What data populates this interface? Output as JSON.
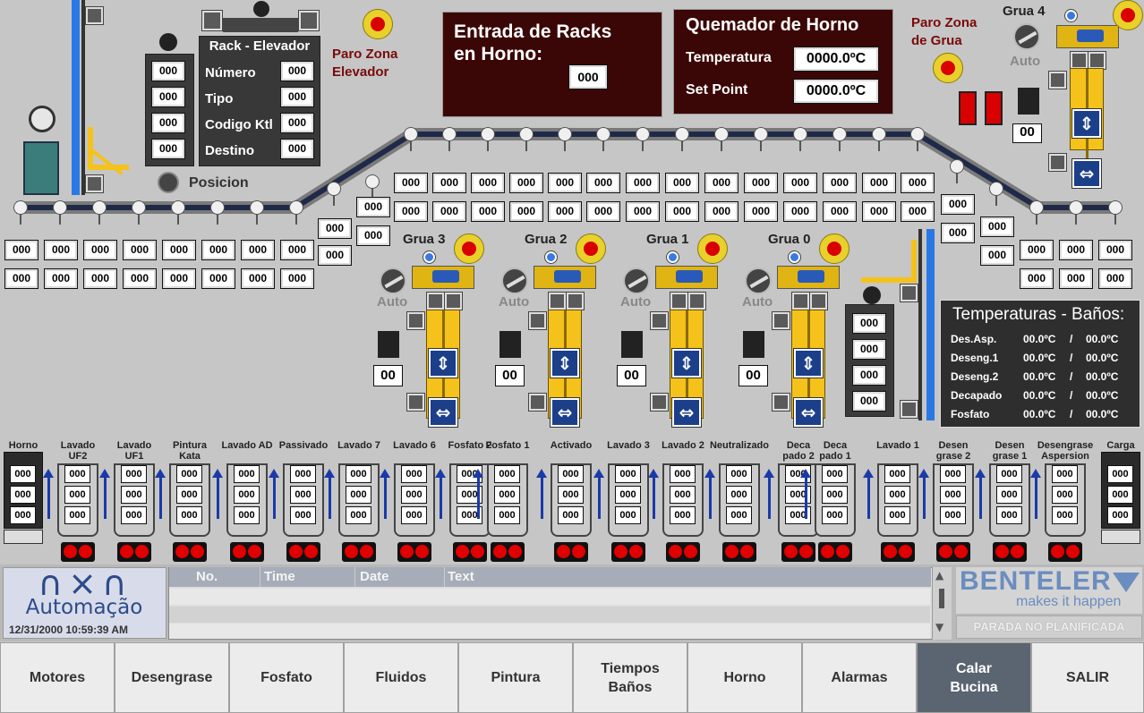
{
  "rack_elevador": {
    "title": "Rack - Elevador",
    "fields": [
      {
        "label": "Número",
        "value": "000"
      },
      {
        "label": "Tipo",
        "value": "000"
      },
      {
        "label": "Codigo Ktl",
        "value": "000"
      },
      {
        "label": "Destino",
        "value": "000"
      }
    ],
    "left_values": [
      "000",
      "000",
      "000",
      "000"
    ],
    "posicion_label": "Posicion"
  },
  "paro_elevador": "Paro Zona\nElevador",
  "paro_grua": "Paro Zona\nde Grua",
  "entrada_racks": {
    "title": "Entrada de Racks\nen Horno:",
    "value": "000"
  },
  "quemador": {
    "title": "Quemador de Horno",
    "temp_label": "Temperatura",
    "temp_value": "0000.0ºC",
    "sp_label": "Set Point",
    "sp_value": "0000.0ºC"
  },
  "grua4": {
    "label": "Grua 4",
    "auto": "Auto",
    "counter": "00"
  },
  "gruas": [
    {
      "label": "Grua 3",
      "auto": "Auto",
      "counter": "00"
    },
    {
      "label": "Grua 2",
      "auto": "Auto",
      "counter": "00"
    },
    {
      "label": "Grua 1",
      "auto": "Auto",
      "counter": "00"
    },
    {
      "label": "Grua 0",
      "auto": "Auto",
      "counter": "00"
    }
  ],
  "conveyor_value": "000",
  "carga_values": [
    "000",
    "000",
    "000",
    "000"
  ],
  "temperaturas": {
    "title": "Temperaturas - Baños:",
    "rows": [
      {
        "name": "Des.Asp.",
        "a": "00.0ºC",
        "b": "00.0ºC"
      },
      {
        "name": "Deseng.1",
        "a": "00.0ºC",
        "b": "00.0ºC"
      },
      {
        "name": "Deseng.2",
        "a": "00.0ºC",
        "b": "00.0ºC"
      },
      {
        "name": "Decapado",
        "a": "00.0ºC",
        "b": "00.0ºC"
      },
      {
        "name": "Fosfato",
        "a": "00.0ºC",
        "b": "00.0ºC"
      }
    ],
    "sep": "/"
  },
  "baths": [
    {
      "name": "Horno"
    },
    {
      "name": "Lavado\nUF2"
    },
    {
      "name": "Lavado\nUF1"
    },
    {
      "name": "Pintura\nKata"
    },
    {
      "name": "Lavado AD"
    },
    {
      "name": "Passivado"
    },
    {
      "name": "Lavado 7"
    },
    {
      "name": "Lavado 6"
    },
    {
      "name": "Fosfato 2"
    },
    {
      "name": "Fosfato 1"
    },
    {
      "name": "Activado"
    },
    {
      "name": "Lavado 3"
    },
    {
      "name": "Lavado 2"
    },
    {
      "name": "Neutralizado"
    },
    {
      "name": "Deca\npado 2"
    },
    {
      "name": "Deca\npado 1"
    },
    {
      "name": "Lavado 1"
    },
    {
      "name": "Desen\ngrase 2"
    },
    {
      "name": "Desen\ngrase 1"
    },
    {
      "name": "Desengrase\nAspersion"
    },
    {
      "name": "Carga"
    }
  ],
  "bath_value": "000",
  "alarm": {
    "cols": [
      "No.",
      "Time",
      "Date",
      "Text"
    ],
    "logo_top": "∩×∩",
    "logo_bottom": "Automação",
    "datetime": "12/31/2000 10:59:39 AM",
    "up": "▲",
    "down": "▼"
  },
  "brand": {
    "name": "BENTELER",
    "tagline": "makes it happen",
    "status": "PARADA NO PLANIFICADA"
  },
  "tabs": [
    "Motores",
    "Desengrase",
    "Fosfato",
    "Fluidos",
    "Pintura",
    "Tiempos\nBaños",
    "Horno",
    "Alarmas",
    "Calar\nBucina",
    "SALIR"
  ],
  "colors": {
    "accent_blue": "#2a78e4",
    "stop_red": "#d90000",
    "crane_yellow": "#f4c21a",
    "panel_dark": "#3b0606"
  }
}
